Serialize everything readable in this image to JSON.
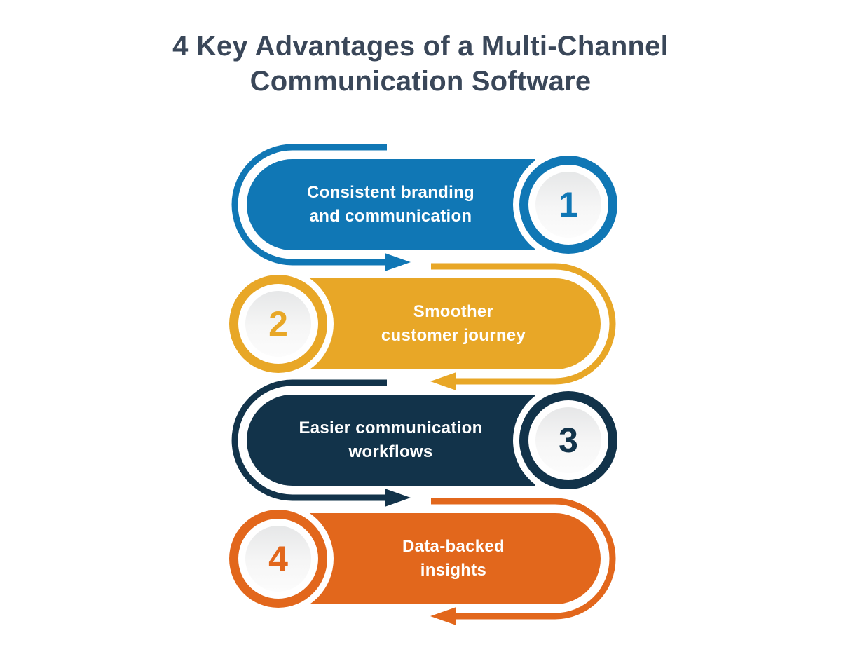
{
  "title": {
    "line1": "4 Key Advantages of a Multi-Channel",
    "line2": "Communication Software",
    "color": "#3A4759"
  },
  "background_color": "#FFFFFF",
  "badge_core_gradient": {
    "top": "#E6E7E8",
    "bottom": "#FCFCFC"
  },
  "items": [
    {
      "number": "1",
      "label_line1": "Consistent branding",
      "label_line2": "and communication",
      "color": "#1077B5",
      "badge_side": "right",
      "arrow_direction": "right"
    },
    {
      "number": "2",
      "label_line1": "Smoother",
      "label_line2": "customer journey",
      "color": "#E8A727",
      "badge_side": "left",
      "arrow_direction": "left"
    },
    {
      "number": "3",
      "label_line1": "Easier communication",
      "label_line2": "workflows",
      "color": "#12334A",
      "badge_side": "right",
      "arrow_direction": "right"
    },
    {
      "number": "4",
      "label_line1": "Data-backed",
      "label_line2": "insights",
      "color": "#E2671C",
      "badge_side": "left",
      "arrow_direction": "left"
    }
  ]
}
